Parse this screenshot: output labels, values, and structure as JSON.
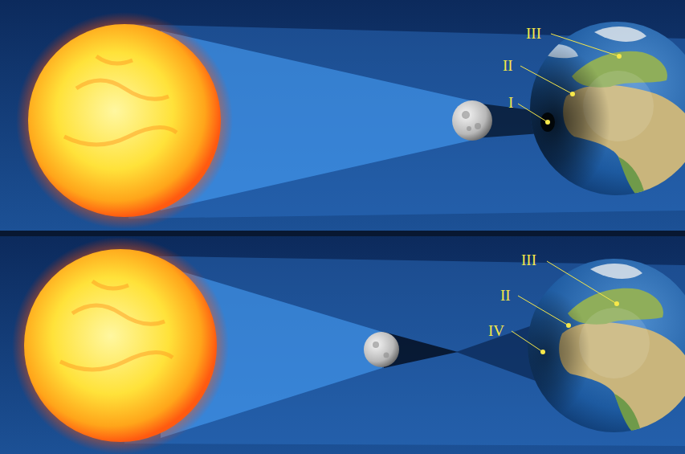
{
  "diagram": {
    "labels": [
      "III",
      "II",
      "I",
      "III",
      "II",
      "IV"
    ]
  }
}
